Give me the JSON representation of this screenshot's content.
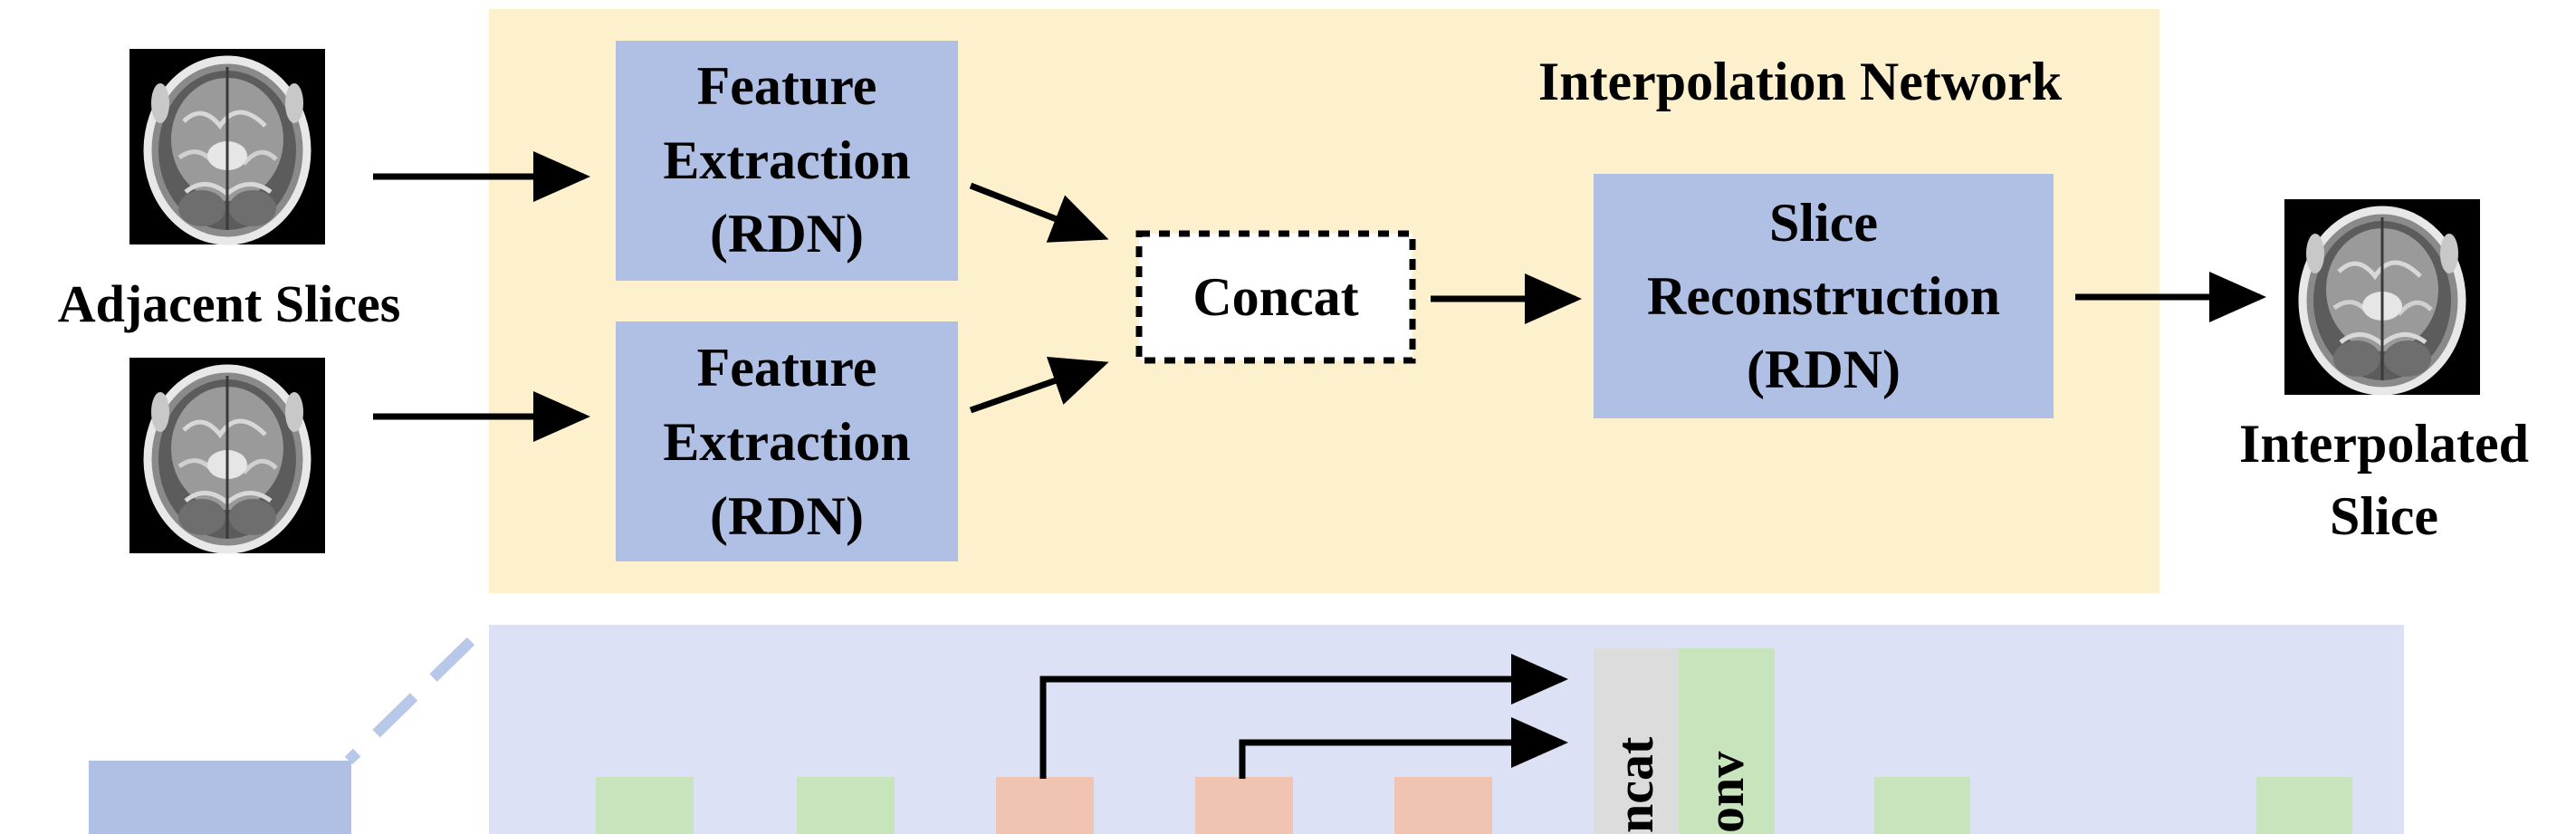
{
  "colors": {
    "interpolation_panel": "#fdf0cd",
    "rdn_panel": "#dce1f5",
    "module_box": "#b0c0e5",
    "conv_block": "#c8e4bd",
    "activation_block": "#f0c4b0",
    "concat_block": "#dcdcdc",
    "arrow": "#000000",
    "connector": "#b8c8e8"
  },
  "input": {
    "label": "Adjacent Slices"
  },
  "network": {
    "title": "Interpolation Network",
    "feature_top": {
      "line1": "Feature",
      "line2": "Extraction",
      "line3": "(RDN)"
    },
    "feature_bottom": {
      "line1": "Feature",
      "line2": "Extraction",
      "line3": "(RDN)"
    },
    "concat_label": "Concat",
    "reconstruction": {
      "line1": "Slice",
      "line2": "Reconstruction",
      "line3": "(RDN)"
    }
  },
  "output": {
    "line1": "Interpolated",
    "line2": "Slice"
  },
  "rdn_detail": {
    "concat_label": "ncat",
    "conv_label": "onv"
  },
  "icons": {
    "slice_image": "brain-mri-slice-icon"
  }
}
